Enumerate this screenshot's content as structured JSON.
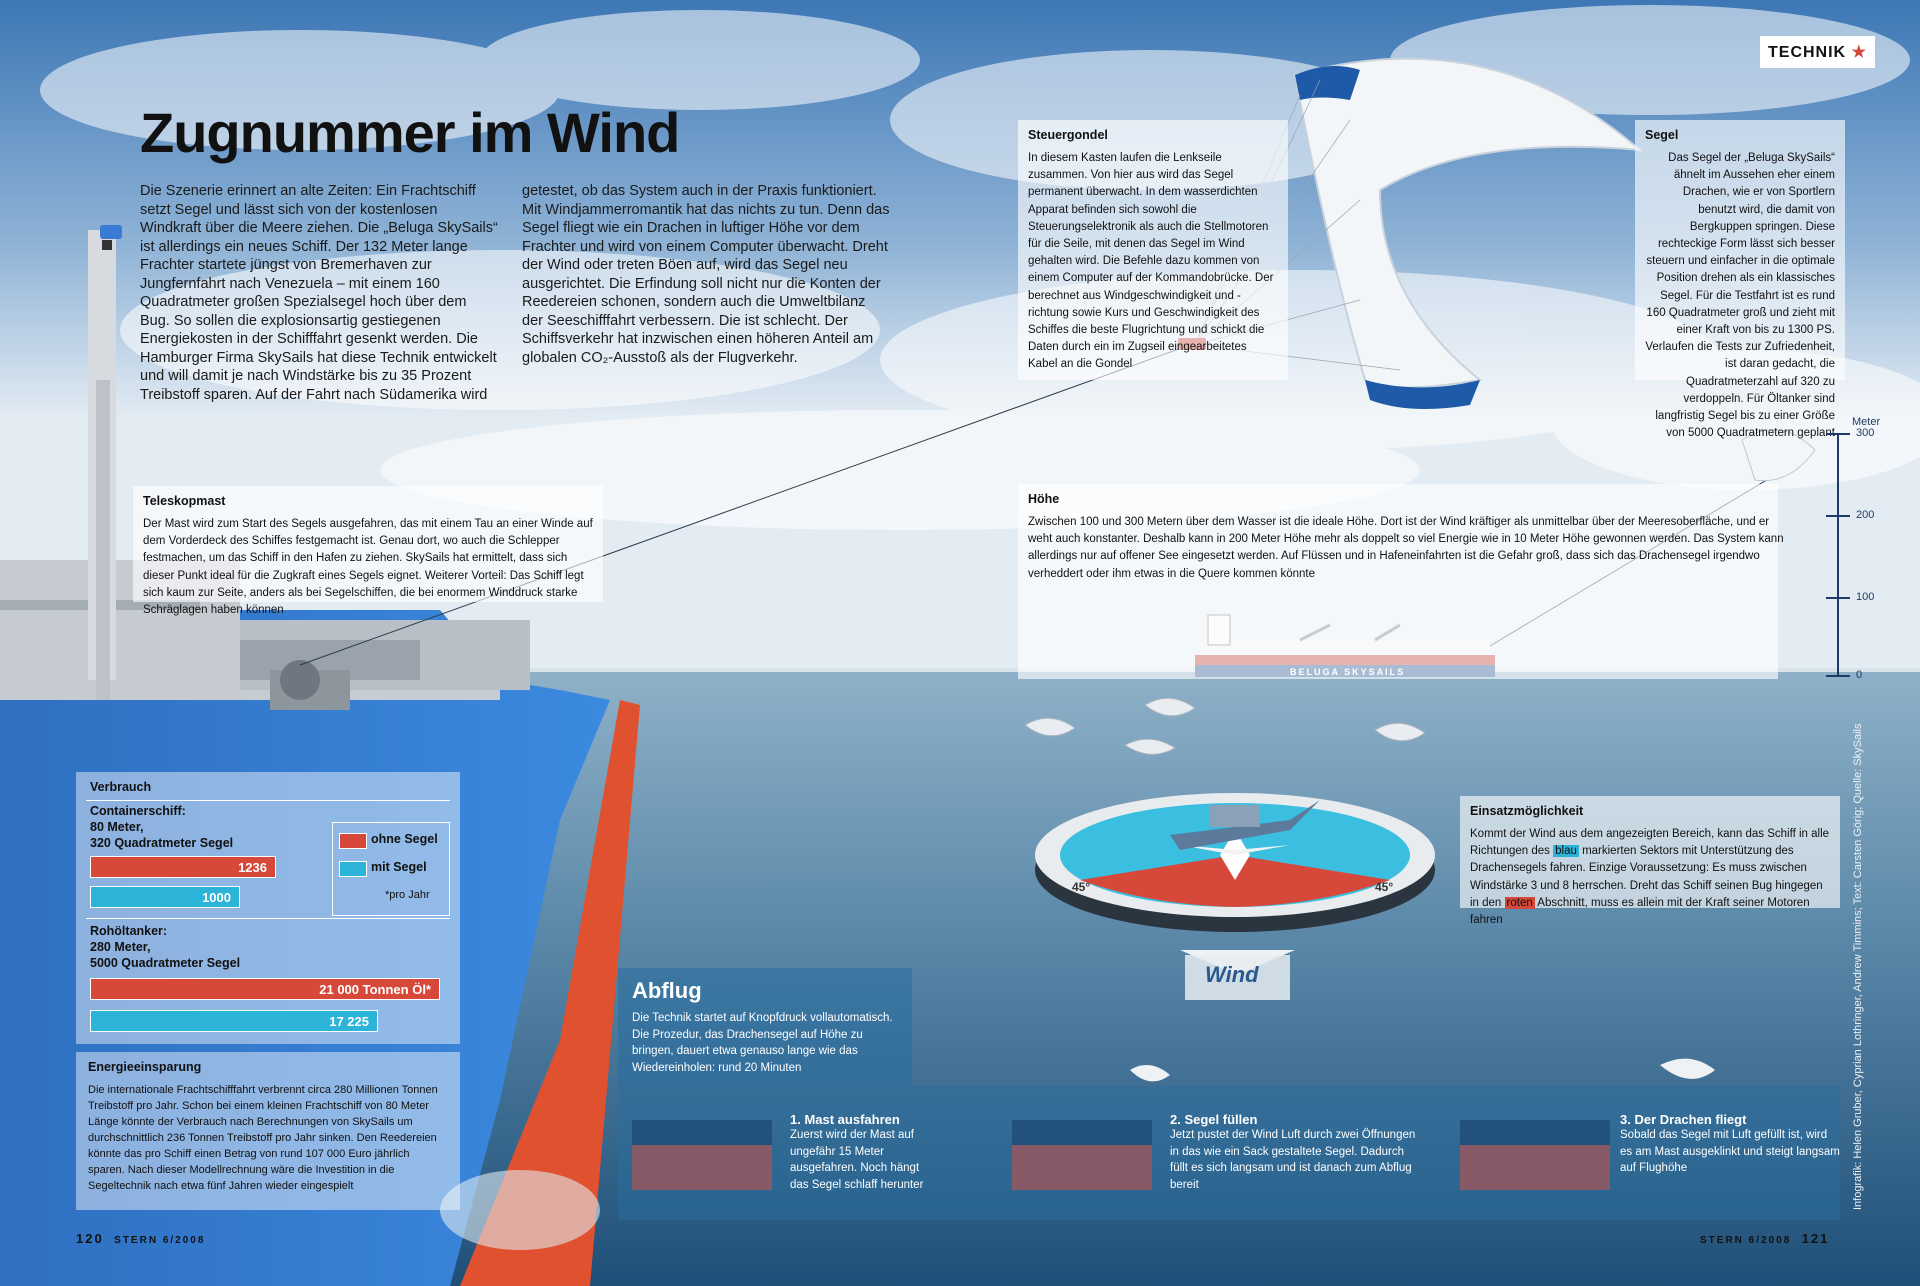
{
  "header": {
    "section": "TECHNIK"
  },
  "headline": "Zugnummer im Wind",
  "intro": {
    "col1": "Die Szenerie erinnert an alte Zeiten: Ein Frachtschiff setzt Segel und lässt sich von der kostenlosen Windkraft über die Meere ziehen. Die „Beluga SkySails“ ist allerdings ein neues Schiff. Der 132 Meter lange Frachter startete jüngst von Bremerhaven zur Jungfernfahrt nach Venezuela – mit einem 160 Quadratmeter großen Spezialsegel hoch über dem Bug. So sollen die explosionsartig gestiegenen Energiekosten in der Schifffahrt gesenkt werden. Die Hamburger Firma SkySails hat diese Technik entwickelt und will damit je nach Windstärke bis zu 35 Prozent Treibstoff sparen. Auf der Fahrt nach Südamerika wird",
    "col2": "getestet, ob das System auch in der Praxis funktioniert. Mit Windjammerromantik hat das nichts zu tun. Denn das Segel fliegt wie ein Drachen in luftiger Höhe vor dem Frachter und wird von einem Computer überwacht. Dreht der Wind oder treten Böen auf, wird das Segel neu ausgerichtet. Die Erfindung soll nicht nur die Konten der Reedereien schonen, sondern auch die Umweltbilanz der Seeschifffahrt verbessern. Die ist schlecht. Der Schiffsverkehr hat inzwischen einen höheren Anteil am globalen CO₂-Ausstoß als der Flugverkehr."
  },
  "teleskopmast": {
    "title": "Teleskopmast",
    "text": "Der Mast wird zum Start des Segels ausgefahren, das mit einem Tau an einer Winde auf dem Vorderdeck des Schiffes festgemacht ist. Genau dort, wo auch die Schlepper festmachen, um das Schiff in den Hafen zu ziehen. SkySails hat ermittelt, dass sich dieser Punkt ideal für die Zugkraft eines Segels eignet. Weiterer Vorteil: Das Schiff legt sich kaum zur Seite, anders als bei Segelschiffen, die bei enormem Winddruck starke Schräglagen haben können"
  },
  "steuergondel": {
    "title": "Steuergondel",
    "text": "In diesem Kasten laufen die Lenkseile zusammen. Von hier aus wird das Segel permanent überwacht. In dem wasserdichten Apparat befinden sich sowohl die Steuerungselektronik als auch die Stellmotoren für die Seile, mit denen das Segel im Wind gehalten wird. Die Befehle dazu kommen von einem Computer auf der Kommandobrücke. Der berechnet aus Windgeschwindigkeit und -richtung sowie Kurs und Geschwindigkeit des Schiffes die beste Flugrichtung und schickt die Daten durch ein im Zugseil eingearbeitetes Kabel an die Gondel"
  },
  "segel": {
    "title": "Segel",
    "text": "Das Segel der „Beluga SkySails“ ähnelt im Aussehen eher einem Drachen, wie er von Sportlern benutzt wird, die damit von Bergkuppen springen. Diese rechteckige Form lässt sich besser steuern und einfacher in die optimale Position drehen als ein klassisches Segel. Für die Testfahrt ist es rund 160 Quadratmeter groß und zieht mit einer Kraft von bis zu 1300 PS. Verlaufen die Tests zur Zufriedenheit, ist daran gedacht, die Quadratmeterzahl auf 320 zu verdoppeln. Für Öltanker sind langfristig Segel bis zu einer Größe von 5000 Quadratmetern geplant"
  },
  "hoehe": {
    "title": "Höhe",
    "text": "Zwischen 100 und 300 Metern über dem Wasser ist die ideale Höhe. Dort ist der Wind kräftiger als unmittelbar über der Meeresoberfläche, und er weht auch konstanter. Deshalb kann in 200 Meter Höhe mehr als doppelt so viel Energie wie in 10 Meter Höhe gewonnen werden. Das System kann allerdings nur auf offener See eingesetzt werden. Auf Flüssen und in Hafeneinfahrten ist die Gefahr groß, dass sich das Drachensegel irgendwo verheddert oder ihm etwas in die Quere kommen könnte"
  },
  "scale": {
    "unit": "Meter",
    "ticks": [
      "300",
      "200",
      "100",
      "0"
    ]
  },
  "ship_name": "BELUGA SKYSAILS",
  "einsatz": {
    "title": "Einsatzmöglichkeit",
    "text_a": "Kommt der Wind aus dem angezeigten Bereich, kann das Schiff in alle Richtungen des ",
    "blau": "blau",
    "text_b": " markierten Sektors mit Unterstützung des Drachensegels fahren. Einzige Voraussetzung: Es muss zwischen Windstärke 3 und 8 herrschen. Dreht das Schiff seinen Bug hingegen in den ",
    "roten": "roten",
    "text_c": " Abschnitt, muss es allein mit der Kraft seiner Motoren fahren"
  },
  "compass": {
    "angle_label": "45°",
    "wind_label": "Wind"
  },
  "verbrauch": {
    "title": "Verbrauch",
    "container_label": "Containerschiff:",
    "container_size1": "80 Meter,",
    "container_size2": "320 Quadratmeter Segel",
    "container_ohne": "1236",
    "container_mit": "1000",
    "tanker_label": "Rohöltanker:",
    "tanker_size1": "280 Meter,",
    "tanker_size2": "5000 Quadratmeter Segel",
    "tanker_ohne": "21 000 Tonnen Öl*",
    "tanker_mit": "17 225",
    "legend_ohne": "ohne Segel",
    "legend_mit": "mit Segel",
    "footnote": "*pro Jahr",
    "colors": {
      "ohne": "#d6493a",
      "mit": "#2cb4d8"
    }
  },
  "energie": {
    "title": "Energieeinsparung",
    "text": "Die internationale Frachtschifffahrt verbrennt circa 280 Millionen Tonnen Treibstoff pro Jahr. Schon bei einem kleinen Frachtschiff von 80 Meter Länge könnte der Verbrauch nach Berechnungen von SkySails um durchschnittlich 236 Tonnen Treibstoff pro Jahr sinken. Den Reedereien könnte das pro Schiff einen Betrag von rund 107 000 Euro jährlich sparen. Nach dieser Modellrechnung wäre die Investition in die Segeltechnik nach etwa fünf Jahren wieder eingespielt"
  },
  "abflug": {
    "title": "Abflug",
    "text": "Die Technik startet auf Knopfdruck vollautomatisch. Die Prozedur, das Drachensegel auf Höhe zu bringen, dauert etwa genauso lange wie das Wiedereinholen: rund 20 Minuten",
    "steps": [
      {
        "title": "1. Mast ausfahren",
        "text": "Zuerst wird der Mast auf ungefähr 15 Meter ausgefahren. Noch hängt das Segel schlaff herunter"
      },
      {
        "title": "2. Segel füllen",
        "text": "Jetzt pustet der Wind Luft durch zwei Öffnungen in das wie ein Sack gestaltete Segel. Dadurch füllt es sich langsam und ist danach zum Abflug bereit"
      },
      {
        "title": "3. Der Drachen fliegt",
        "text": "Sobald das Segel mit Luft gefüllt ist, wird es am Mast ausgeklinkt und steigt langsam auf Flughöhe"
      }
    ]
  },
  "credits": "Infografik: Helen Gruber, Cyprian Lothringer, Andrew Timmins; Text: Carsten Görig; Quelle: SkySails",
  "folio": {
    "left_num": "120",
    "left_mag": "STERN 6/2008",
    "right_mag": "STERN 6/2008",
    "right_num": "121"
  }
}
